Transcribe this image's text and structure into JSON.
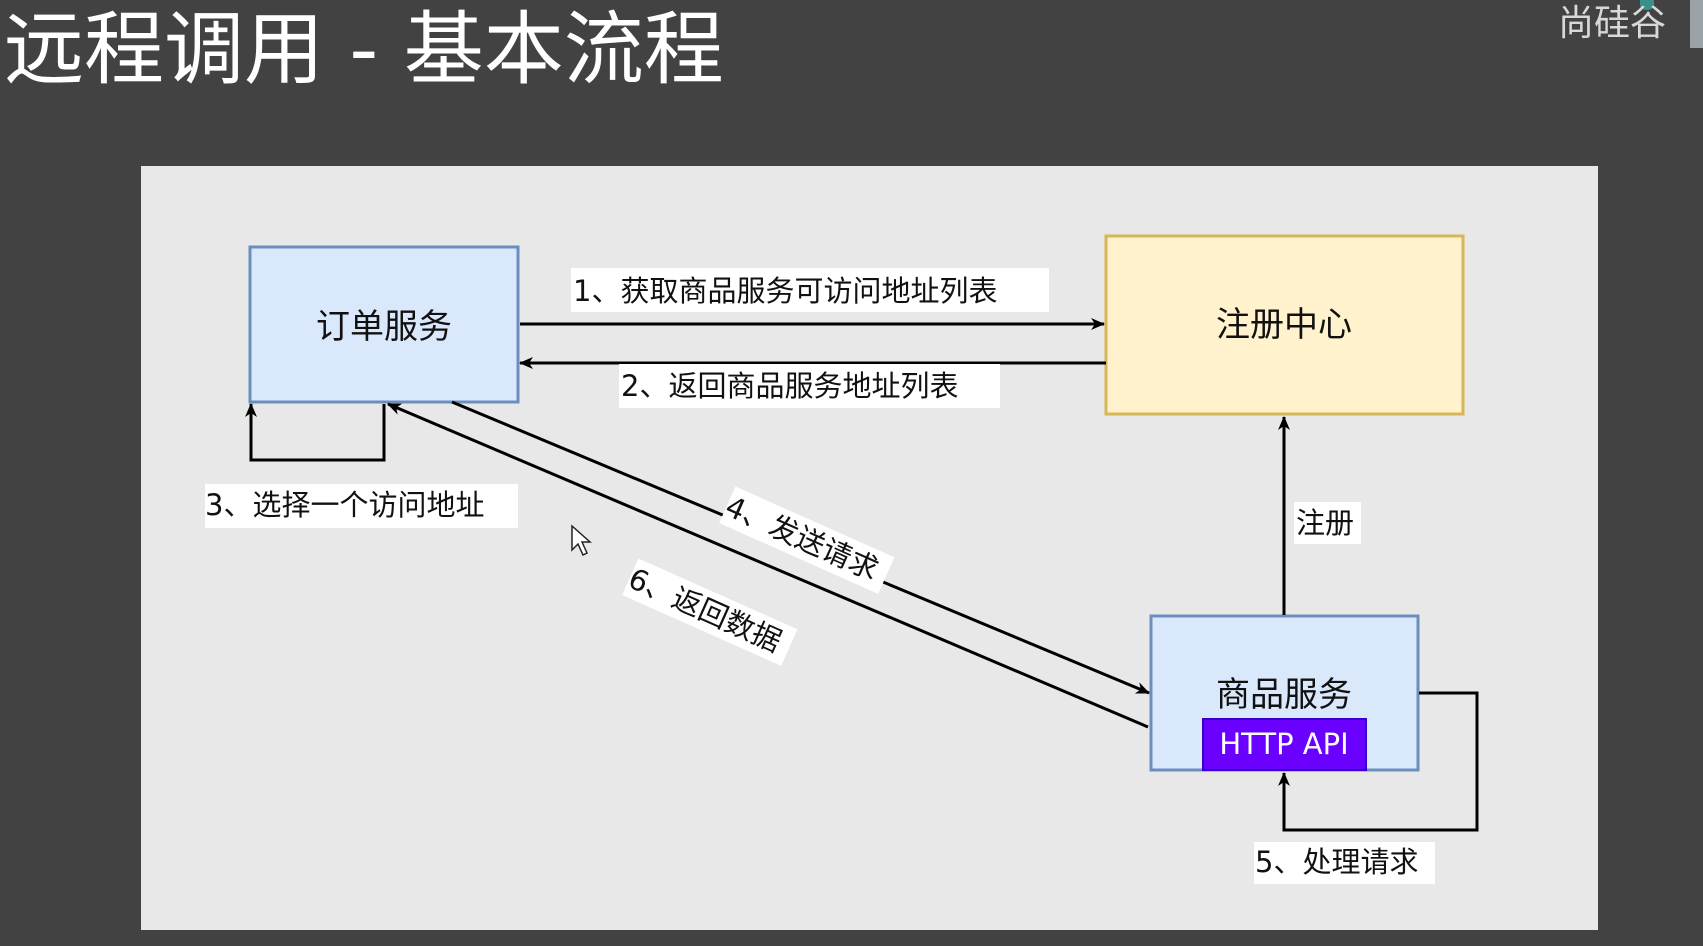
{
  "slide": {
    "title": "远程调用 - 基本流程",
    "brand": "尚硅谷"
  },
  "diagram": {
    "nodes": {
      "order_service": "订单服务",
      "registry": "注册中心",
      "product_service": "商品服务",
      "http_api": "HTTP API"
    },
    "edges": {
      "step1": "1、获取商品服务可访问地址列表",
      "step2": "2、返回商品服务地址列表",
      "step3": "3、选择一个访问地址",
      "step4": "4、发送请求",
      "step5": "5、处理请求",
      "step6": "6、返回数据",
      "register": "注册"
    },
    "colors": {
      "service_fill": "#dae8fc",
      "service_stroke": "#6c8ebf",
      "registry_fill": "#fff2cc",
      "registry_stroke": "#d6b656",
      "api_fill": "#6a00ff",
      "api_text": "#ffffff",
      "arrow": "#000000"
    }
  }
}
